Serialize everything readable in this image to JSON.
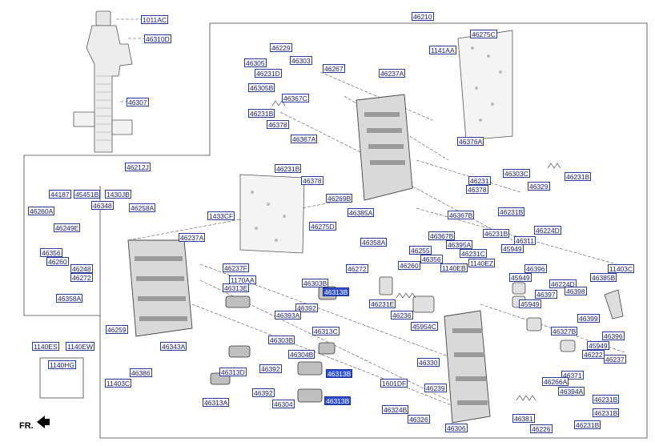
{
  "title": "46210",
  "parts": [
    {
      "id": "p0",
      "code": "1011AC"
    },
    {
      "id": "p1",
      "code": "46310D"
    },
    {
      "id": "p2",
      "code": "46307"
    },
    {
      "id": "p3",
      "code": "46210"
    },
    {
      "id": "p4",
      "code": "46229"
    },
    {
      "id": "p5",
      "code": "46305"
    },
    {
      "id": "p6",
      "code": "46231D"
    },
    {
      "id": "p7",
      "code": "46303"
    },
    {
      "id": "p8",
      "code": "46267"
    },
    {
      "id": "p9",
      "code": "46305B"
    },
    {
      "id": "p10",
      "code": "46367C"
    },
    {
      "id": "p11",
      "code": "46231B"
    },
    {
      "id": "p12",
      "code": "46378"
    },
    {
      "id": "p13",
      "code": "46237A"
    },
    {
      "id": "p14",
      "code": "1141AA"
    },
    {
      "id": "p15",
      "code": "46275C"
    },
    {
      "id": "p16",
      "code": "46212J"
    },
    {
      "id": "p17",
      "code": "46367A"
    },
    {
      "id": "p18",
      "code": "46231B"
    },
    {
      "id": "p19",
      "code": "46378"
    },
    {
      "id": "p20",
      "code": "46376A"
    },
    {
      "id": "p21",
      "code": "46303C"
    },
    {
      "id": "p22",
      "code": "46231B"
    },
    {
      "id": "p23",
      "code": "46231"
    },
    {
      "id": "p24",
      "code": "46378"
    },
    {
      "id": "p25",
      "code": "46329"
    },
    {
      "id": "p26",
      "code": "46269B"
    },
    {
      "id": "p27",
      "code": "46385A"
    },
    {
      "id": "p28",
      "code": "46231B"
    },
    {
      "id": "p29",
      "code": "44187"
    },
    {
      "id": "p30",
      "code": "45451B"
    },
    {
      "id": "p31",
      "code": "1430JB"
    },
    {
      "id": "p32",
      "code": "46348"
    },
    {
      "id": "p33",
      "code": "46260A"
    },
    {
      "id": "p34",
      "code": "46258A"
    },
    {
      "id": "p35",
      "code": "1433CF"
    },
    {
      "id": "p36",
      "code": "46249E"
    },
    {
      "id": "p37",
      "code": "46237A"
    },
    {
      "id": "p38",
      "code": "46275D"
    },
    {
      "id": "p39",
      "code": "46367B"
    },
    {
      "id": "p40",
      "code": "46367B"
    },
    {
      "id": "p41",
      "code": "46231B"
    },
    {
      "id": "p42",
      "code": "46224D"
    },
    {
      "id": "p43",
      "code": "46356"
    },
    {
      "id": "p44",
      "code": "46260"
    },
    {
      "id": "p45",
      "code": "46248"
    },
    {
      "id": "p46",
      "code": "46272"
    },
    {
      "id": "p47",
      "code": "46358A"
    },
    {
      "id": "p48",
      "code": "46237F"
    },
    {
      "id": "p49",
      "code": "1170AA"
    },
    {
      "id": "p50",
      "code": "46313E"
    },
    {
      "id": "p51",
      "code": "46358A"
    },
    {
      "id": "p52",
      "code": "46255"
    },
    {
      "id": "p53",
      "code": "46395A"
    },
    {
      "id": "p54",
      "code": "46231C"
    },
    {
      "id": "p55",
      "code": "46311"
    },
    {
      "id": "p56",
      "code": "45949"
    },
    {
      "id": "p57",
      "code": "46272"
    },
    {
      "id": "p58",
      "code": "46356"
    },
    {
      "id": "p59",
      "code": "46260"
    },
    {
      "id": "p60",
      "code": "1140EZ"
    },
    {
      "id": "p61",
      "code": "1140EB"
    },
    {
      "id": "p62",
      "code": "46396"
    },
    {
      "id": "p63",
      "code": "11403C"
    },
    {
      "id": "p64",
      "code": "46385B"
    },
    {
      "id": "p65",
      "code": "45949"
    },
    {
      "id": "p66",
      "code": "46224D"
    },
    {
      "id": "p67",
      "code": "46398"
    },
    {
      "id": "p68",
      "code": "46397"
    },
    {
      "id": "p69",
      "code": "45949"
    },
    {
      "id": "p70",
      "code": "46303B"
    },
    {
      "id": "p71",
      "code": "46313B"
    },
    {
      "id": "p72",
      "code": "46392"
    },
    {
      "id": "p73",
      "code": "46231E"
    },
    {
      "id": "p74",
      "code": "46236"
    },
    {
      "id": "p75",
      "code": "45954C"
    },
    {
      "id": "p76",
      "code": "46399"
    },
    {
      "id": "p77",
      "code": "46393A"
    },
    {
      "id": "p78",
      "code": "46313C"
    },
    {
      "id": "p79",
      "code": "46327B"
    },
    {
      "id": "p80",
      "code": "46396"
    },
    {
      "id": "p81",
      "code": "46303B"
    },
    {
      "id": "p82",
      "code": "46304B"
    },
    {
      "id": "p83",
      "code": "45949"
    },
    {
      "id": "p84",
      "code": "46222"
    },
    {
      "id": "p85",
      "code": "46237"
    },
    {
      "id": "p86",
      "code": "46259"
    },
    {
      "id": "p87",
      "code": "1140ES"
    },
    {
      "id": "p88",
      "code": "1140EW"
    },
    {
      "id": "p89",
      "code": "46343A"
    },
    {
      "id": "p90",
      "code": "46386"
    },
    {
      "id": "p91",
      "code": "46313D"
    },
    {
      "id": "p92",
      "code": "46392"
    },
    {
      "id": "p93",
      "code": "46313B"
    },
    {
      "id": "p94",
      "code": "46330"
    },
    {
      "id": "p95",
      "code": "46371"
    },
    {
      "id": "p96",
      "code": "46266A"
    },
    {
      "id": "p97",
      "code": "1140HG"
    },
    {
      "id": "p98",
      "code": "11403C"
    },
    {
      "id": "p99",
      "code": "46392"
    },
    {
      "id": "p100",
      "code": "1601DF"
    },
    {
      "id": "p101",
      "code": "46239"
    },
    {
      "id": "p102",
      "code": "46394A"
    },
    {
      "id": "p103",
      "code": "46231B"
    },
    {
      "id": "p104",
      "code": "46313A"
    },
    {
      "id": "p105",
      "code": "46304"
    },
    {
      "id": "p106",
      "code": "46313B"
    },
    {
      "id": "p107",
      "code": "46324B"
    },
    {
      "id": "p108",
      "code": "46231B"
    },
    {
      "id": "p109",
      "code": "46326"
    },
    {
      "id": "p110",
      "code": "46306"
    },
    {
      "id": "p111",
      "code": "46381"
    },
    {
      "id": "p112",
      "code": "46226"
    },
    {
      "id": "p113",
      "code": "46231B"
    }
  ],
  "orientation": {
    "label": "FR."
  }
}
